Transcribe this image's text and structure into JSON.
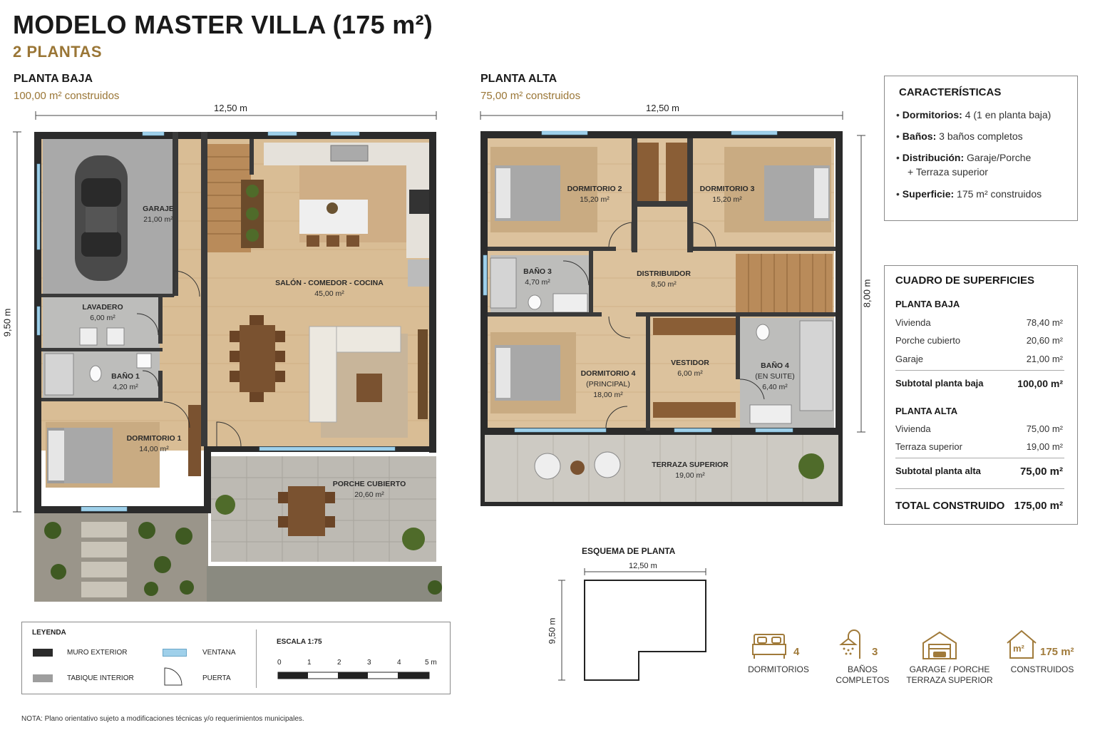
{
  "header": {
    "title": "MODELO MASTER VILLA (175 m²)",
    "subtitle": "2 PLANTAS"
  },
  "planta_baja": {
    "title": "PLANTA BAJA",
    "area": "100,00 m² construidos",
    "width_dim": "12,50 m",
    "height_dim": "9,50 m",
    "rooms": [
      {
        "name": "GARAJE",
        "area": "21,00 m²"
      },
      {
        "name": "SALÓN - COMEDOR - COCINA",
        "area": "45,00 m²"
      },
      {
        "name": "LAVADERO",
        "area": "6,00 m²"
      },
      {
        "name": "BAÑO 1",
        "area": "4,20 m²"
      },
      {
        "name": "DORMITORIO 1",
        "area": "14,00 m²"
      },
      {
        "name": "PORCHE CUBIERTO",
        "area": "20,60 m²"
      }
    ]
  },
  "planta_alta": {
    "title": "PLANTA ALTA",
    "area": "75,00 m² construidos",
    "width_dim": "12,50 m",
    "height_dim": "8,00 m",
    "rooms": [
      {
        "name": "DORMITORIO 2",
        "area": "15,20 m²"
      },
      {
        "name": "DORMITORIO 3",
        "area": "15,20 m²"
      },
      {
        "name": "BAÑO 3",
        "area": "4,70 m²"
      },
      {
        "name": "DISTRIBUIDOR",
        "area": "8,50 m²"
      },
      {
        "name": "DORMITORIO 4",
        "sub": "(PRINCIPAL)",
        "area": "18,00 m²"
      },
      {
        "name": "VESTIDOR",
        "area": "6,00 m²"
      },
      {
        "name": "BAÑO 4",
        "sub": "(EN SUITE)",
        "area": "6,40 m²"
      },
      {
        "name": "TERRAZA SUPERIOR",
        "area": "19,00 m²"
      }
    ]
  },
  "caracteristicas": {
    "title": "CARACTERÍSTICAS",
    "items": [
      {
        "label": "Dormitorios:",
        "value": "4 (1 en planta baja)"
      },
      {
        "label": "Baños:",
        "value": "3 baños completos"
      },
      {
        "label": "Distribución:",
        "value": "Garaje/Porche",
        "value2": "+ Terraza superior"
      },
      {
        "label": "Superficie:",
        "value": "175 m² construidos"
      }
    ]
  },
  "superficies": {
    "title": "CUADRO DE SUPERFICIES",
    "baja_title": "PLANTA BAJA",
    "baja_rows": [
      {
        "label": "Vivienda",
        "value": "78,40 m²"
      },
      {
        "label": "Porche cubierto",
        "value": "20,60 m²"
      },
      {
        "label": "Garaje",
        "value": "21,00 m²"
      }
    ],
    "baja_subtotal": {
      "label": "Subtotal planta baja",
      "value": "100,00 m²"
    },
    "alta_title": "PLANTA ALTA",
    "alta_rows": [
      {
        "label": "Vivienda",
        "value": "75,00 m²"
      },
      {
        "label": "Terraza superior",
        "value": "19,00 m²"
      }
    ],
    "alta_subtotal": {
      "label": "Subtotal planta alta",
      "value": "75,00 m²"
    },
    "total": {
      "label": "TOTAL CONSTRUIDO",
      "value": "175,00 m²"
    }
  },
  "esquema": {
    "title": "ESQUEMA DE PLANTA",
    "width_dim": "12,50 m",
    "height_dim": "9,50 m"
  },
  "stats": [
    {
      "icon": "bed-icon",
      "number": "4",
      "label": "DORMITORIOS"
    },
    {
      "icon": "shower-icon",
      "number": "3",
      "label": "BAÑOS",
      "label2": "COMPLETOS"
    },
    {
      "icon": "garage-icon",
      "number": "",
      "label": "GARAGE / PORCHE",
      "label2": "TERRAZA SUPERIOR"
    },
    {
      "icon": "house-area-icon",
      "number": "175 m²",
      "badge": "m²",
      "label": "CONSTRUIDOS"
    }
  ],
  "leyenda": {
    "title": "LEYENDA",
    "items": [
      "MURO EXTERIOR",
      "VENTANA",
      "TABIQUE INTERIOR",
      "PUERTA"
    ],
    "escala_title": "ESCALA 1:75",
    "escala_ticks": [
      "0",
      "1",
      "2",
      "3",
      "4",
      "5 m"
    ]
  },
  "nota": "NOTA: Plano orientativo sujeto a modificaciones técnicas y/o requerimientos municipales.",
  "colors": {
    "wall": "#2b2b2b",
    "wood": "#d8b98f",
    "tile": "#b9b9b7",
    "accent": "#9a7636",
    "window": "#9fd0ea"
  }
}
